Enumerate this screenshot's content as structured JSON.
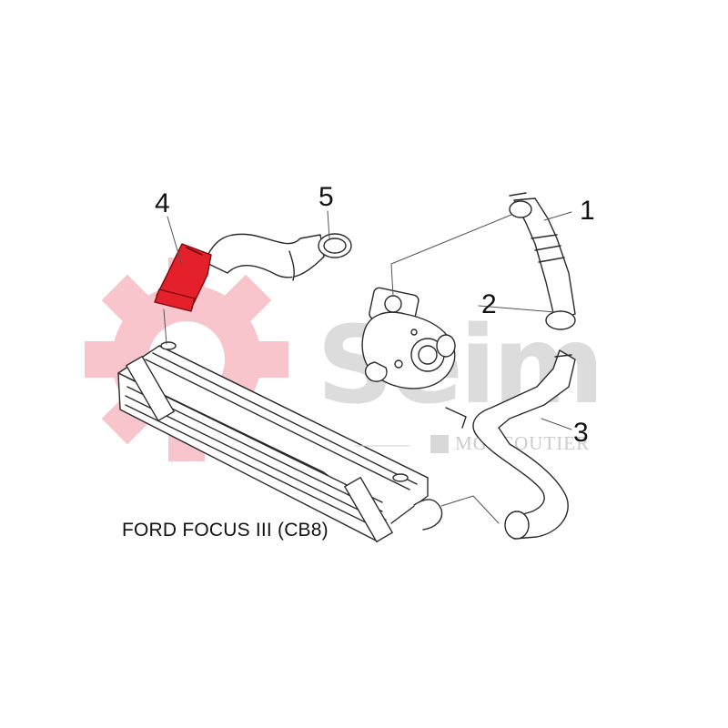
{
  "diagram": {
    "caption": "FORD FOCUS III (CB8)",
    "callouts": [
      "1",
      "2",
      "3",
      "4",
      "5"
    ],
    "highlighted_part": "4",
    "colors": {
      "highlight": "#e4202a",
      "outline": "#2a2a2a",
      "leader": "#555555",
      "watermark_gear": "#f5b4bb",
      "watermark_text": "#dcdcdc"
    }
  },
  "watermark": {
    "logo_word": "Seim",
    "brand": "MGI COUTIER"
  }
}
